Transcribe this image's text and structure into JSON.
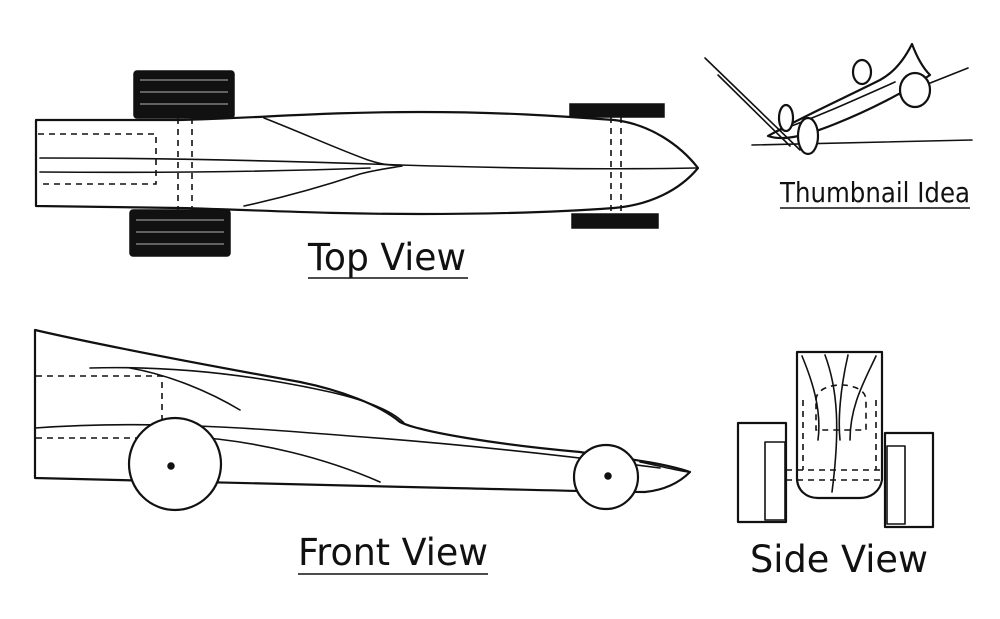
{
  "labels": {
    "top_view": "Top View",
    "front_view": "Front View",
    "thumbnail_idea": "Thumbnail Idea",
    "side_view": "Side View"
  },
  "colors": {
    "ink": "#111111",
    "paper": "#ffffff"
  }
}
